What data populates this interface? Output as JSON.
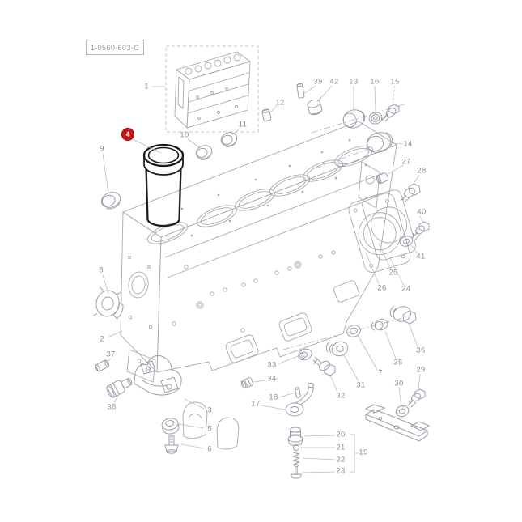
{
  "title_box": {
    "text": "1-0560-603-C"
  },
  "highlight": {
    "callout": "4",
    "color": "#c41818"
  },
  "diagram": {
    "line_color": "#a6aab2",
    "part_line_color": "#9aa0aa",
    "callout_color": "#8d90a6",
    "highlight_part": "cylinder-liner",
    "callouts": [
      "1",
      "2",
      "3",
      "4",
      "5",
      "6",
      "7",
      "8",
      "9",
      "10",
      "11",
      "12",
      "13",
      "14",
      "15",
      "16",
      "17",
      "18",
      "19",
      "20",
      "21",
      "22",
      "23",
      "24",
      "25",
      "26",
      "27",
      "28",
      "29",
      "30",
      "31",
      "32",
      "33",
      "34",
      "35",
      "36",
      "37",
      "38",
      "39",
      "40",
      "41",
      "42"
    ]
  }
}
